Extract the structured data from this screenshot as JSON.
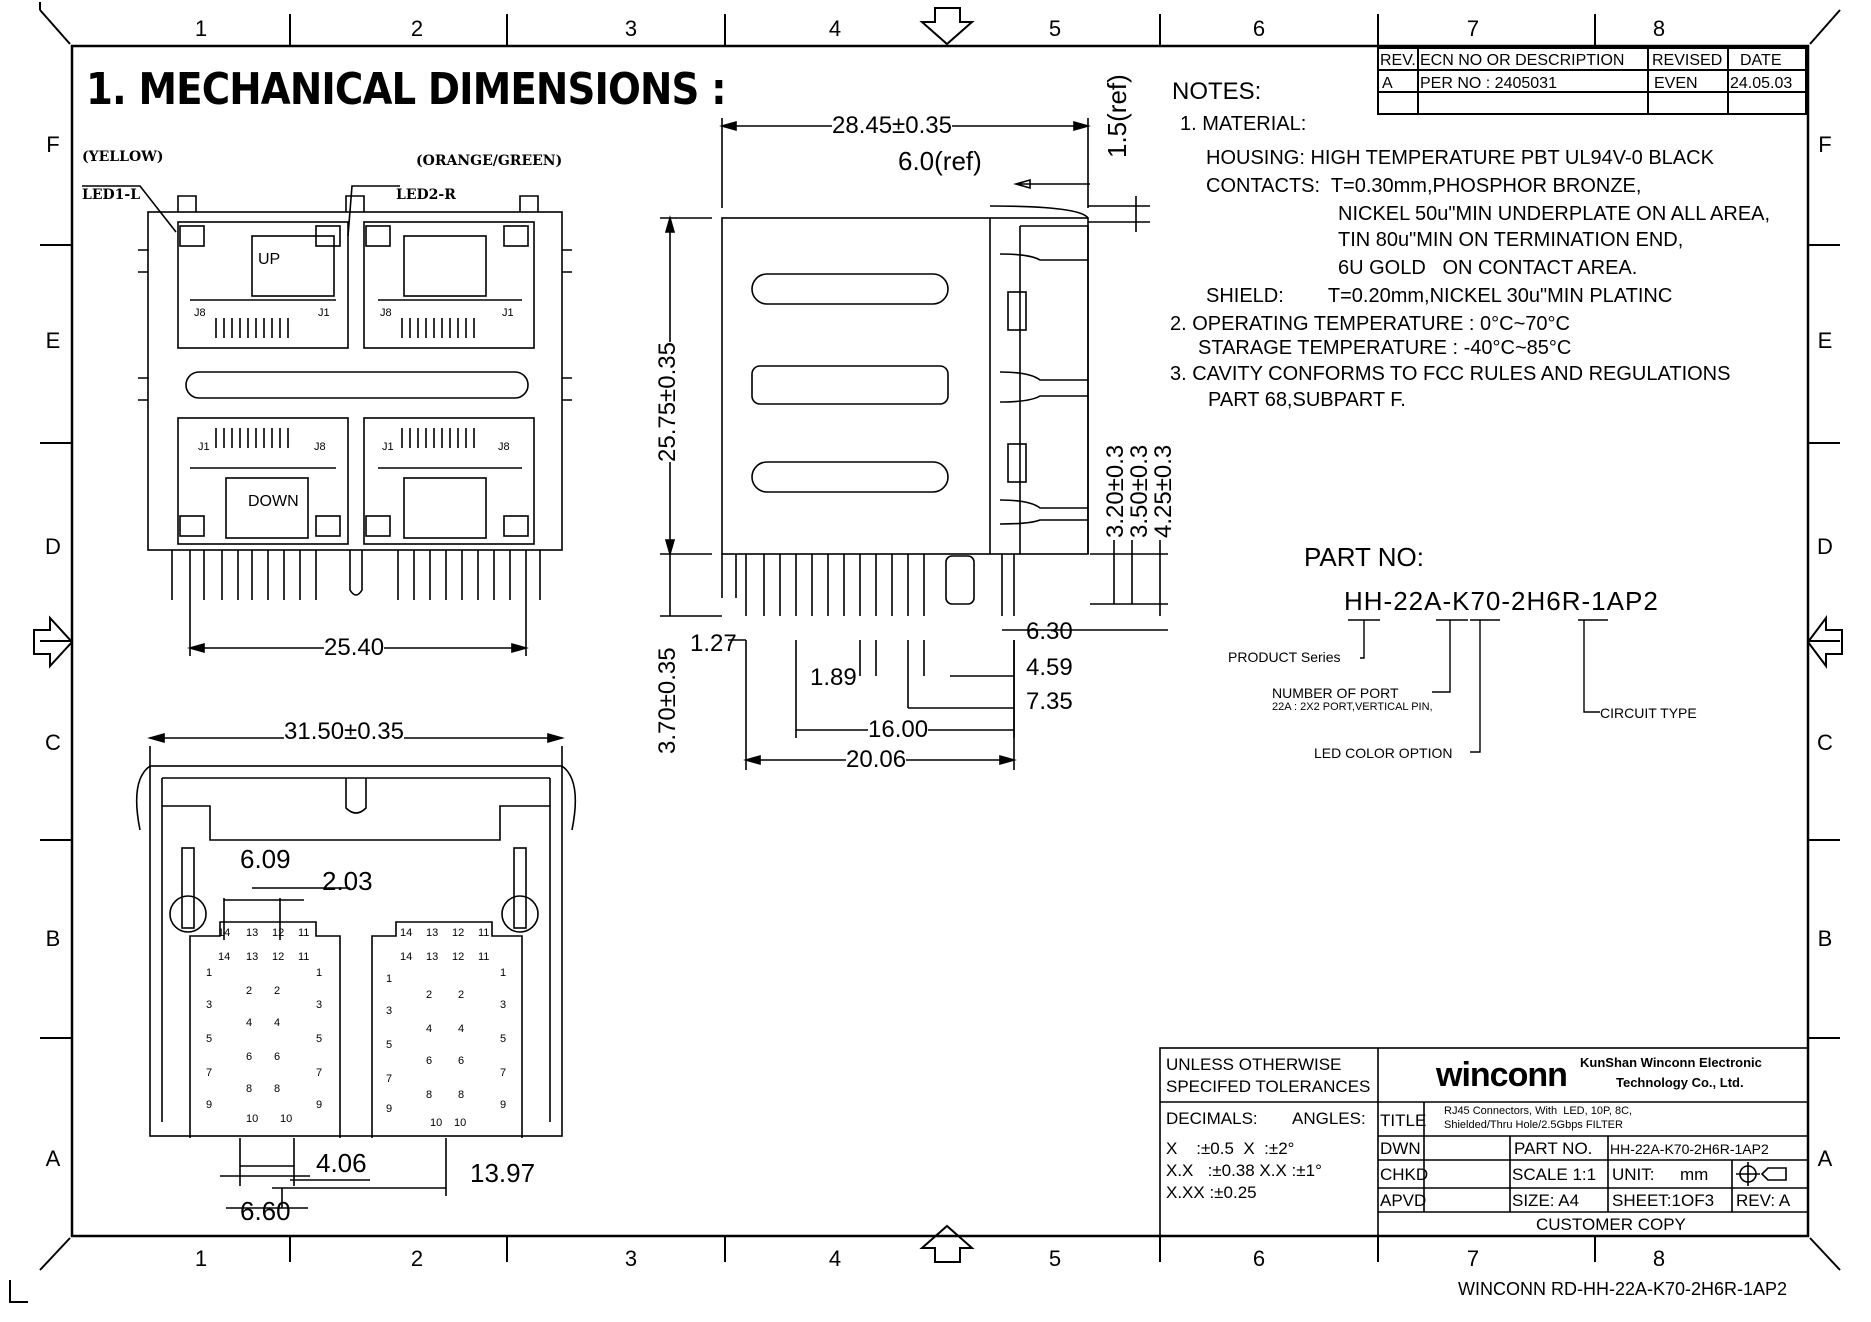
{
  "title": "1. MECHANICAL DIMENSIONS :",
  "zones": {
    "columns": [
      "1",
      "2",
      "3",
      "4",
      "5",
      "6",
      "7",
      "8"
    ],
    "rows": [
      "F",
      "E",
      "D",
      "C",
      "B",
      "A"
    ]
  },
  "revision_block": {
    "headers": [
      "REV.",
      "ECN NO OR DESCRIPTION",
      "REVISED",
      "DATE"
    ],
    "rows": [
      [
        "A",
        "PER NO : 2405031",
        "EVEN",
        "24.05.03"
      ]
    ]
  },
  "notes": {
    "heading": "NOTES:",
    "lines": [
      "1. MATERIAL:",
      "HOUSING: HIGH TEMPERATURE PBT UL94V-0 BLACK",
      "CONTACTS:  T=0.30mm,PHOSPHOR BRONZE,",
      "NICKEL 50u\"MIN UNDERPLATE ON ALL AREA,",
      "TIN 80u\"MIN ON TERMINATION END,",
      "6U GOLD   ON CONTACT AREA.",
      "SHIELD:        T=0.20mm,NICKEL 30u\"MIN PLATINC",
      "2. OPERATING TEMPERATURE : 0°C~70°C",
      "STARAGE TEMPERATURE : -40°C~85°C",
      "3. CAVITY CONFORMS TO FCC RULES AND REGULATIONS",
      "PART 68,SUBPART F."
    ]
  },
  "part_number": {
    "heading": "PART NO:",
    "code": "HH-22A-K70-2H6R-1AP2",
    "labels": {
      "product_series": "PRODUCT Series",
      "number_of_port": "NUMBER OF PORT",
      "port_detail": "22A : 2X2 PORT,VERTICAL PIN,",
      "led_color": "LED COLOR OPTION",
      "circuit_type": "CIRCUIT TYPE"
    }
  },
  "front_view": {
    "led_left_color": "(YELLOW)",
    "led_right_color": "(ORANGE/GREEN)",
    "led_left": "LED1-L",
    "led_right": "LED2-R",
    "up": "UP",
    "down": "DOWN",
    "pin_j8": "J8",
    "pin_j1": "J1",
    "width_dim": "25.40"
  },
  "side_view": {
    "dims": {
      "width_total": "28.45±0.35",
      "ref_6": "6.0(ref)",
      "ref_1_5": "1.5(ref)",
      "height": "25.75±0.35",
      "leg": "3.70±0.35",
      "d_3_20": "3.20±0.3",
      "d_3_50": "3.50±0.3",
      "d_4_25": "4.25±0.3",
      "d_1_27": "1.27",
      "d_1_89": "1.89",
      "d_6_30": "6.30",
      "d_4_59": "4.59",
      "d_7_35": "7.35",
      "d_16_00": "16.00",
      "d_20_06": "20.06"
    }
  },
  "bottom_view": {
    "dims": {
      "width": "31.50±0.35",
      "d_6_09": "6.09",
      "d_2_03": "2.03",
      "d_4_06": "4.06",
      "d_13_97": "13.97",
      "d_6_60": "6.60"
    },
    "led_pins": [
      "14",
      "13",
      "12",
      "11"
    ],
    "left_pins": [
      "1",
      "3",
      "5",
      "7",
      "9"
    ],
    "right_pins": [
      "2",
      "4",
      "6",
      "8",
      "10"
    ]
  },
  "title_block": {
    "tolerance_heading": "UNLESS OTHERWISE SPECIFED TOLERANCES",
    "tolerance_line1": "UNLESS OTHERWISE",
    "tolerance_line2": "SPECIFED TOLERANCES",
    "decimals": "DECIMALS:",
    "angles": "ANGLES:",
    "tol_x": "X    :±0.5  X  :±2°",
    "tol_xx": "X.X   :±0.38 X.X :±1°",
    "tol_xxx": "X.XX :±0.25",
    "company_logo": "winconn",
    "company_name_1": "KunShan Winconn Electronic",
    "company_name_2": "Technology Co., Ltd.",
    "title_label": "TITLE",
    "title_line1": "RJ45 Connectors, With  LED, 10P, 8C,",
    "title_line2": "Shielded/Thru Hole/2.5Gbps FILTER",
    "dwn": "DWN",
    "chkd": "CHKD",
    "apvd": "APVD",
    "part_no_label": "PART NO.",
    "part_no_value": "HH-22A-K70-2H6R-1AP2",
    "scale": "SCALE 1:1",
    "unit_label": "UNIT:",
    "unit_value": "mm",
    "size": "SIZE: A4",
    "sheet": "SHEET:1OF3",
    "rev": "REV: A",
    "customer_copy": "CUSTOMER COPY"
  },
  "footer_ref": "WINCONN RD-HH-22A-K70-2H6R-1AP2"
}
